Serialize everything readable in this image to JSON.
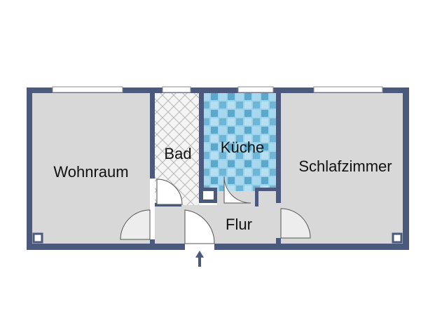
{
  "rooms": {
    "wohnraum": "Wohnraum",
    "bad": "Bad",
    "kueche": "Küche",
    "schlafzimmer": "Schlafzimmer",
    "flur": "Flur"
  },
  "colors": {
    "wall": "#4b5a7c",
    "floor": "#d8d8d8",
    "bath_tile": "#f2f2f2",
    "kitchen_tile": "#7fc4e0",
    "door_stroke": "#555555"
  },
  "icons": {
    "entrance": "arrow-up-icon"
  }
}
